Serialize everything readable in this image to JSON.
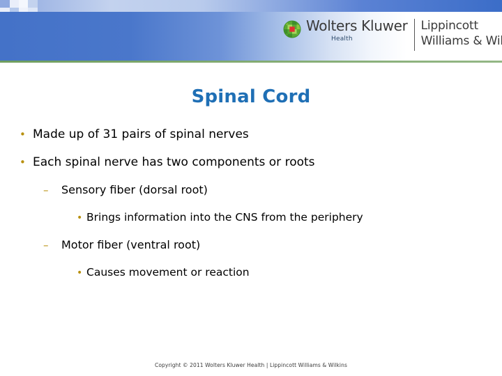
{
  "slide": {
    "title": "Spinal Cord",
    "title_color": "#1F6FB5",
    "bullet_color": "#B8900F",
    "background": "#FFFFFF"
  },
  "header": {
    "accent_green": "#6F9E5F",
    "band_blue": "#4472C8",
    "logo": {
      "mark_name": "wolters-kluwer-globe-logo",
      "mark_colors": {
        "globe_green": "#4C9A2A",
        "globe_light": "#8DC63F",
        "center_red": "#E03030"
      },
      "brand_primary": "Wolters Kluwer",
      "brand_sub": "Health",
      "brand_secondary_line1": "Lippincott",
      "brand_secondary_line2": "Williams & Wilkins"
    }
  },
  "content": {
    "bullets": [
      {
        "level": 1,
        "marker": "•",
        "text": "Made up of 31 pairs of spinal nerves"
      },
      {
        "level": 1,
        "marker": "•",
        "text": "Each spinal nerve has two components or roots"
      },
      {
        "level": 2,
        "marker": "–",
        "text": "Sensory fiber (dorsal root)"
      },
      {
        "level": 3,
        "marker": "•",
        "text": "Brings information into the CNS from the periphery"
      },
      {
        "level": 2,
        "marker": "–",
        "text": "Motor fiber (ventral root)"
      },
      {
        "level": 3,
        "marker": "•",
        "text": "Causes movement or reaction"
      }
    ]
  },
  "footer": {
    "copyright": "Copyright © 2011 Wolters Kluwer Health | Lippincott Williams & Wilkins"
  }
}
